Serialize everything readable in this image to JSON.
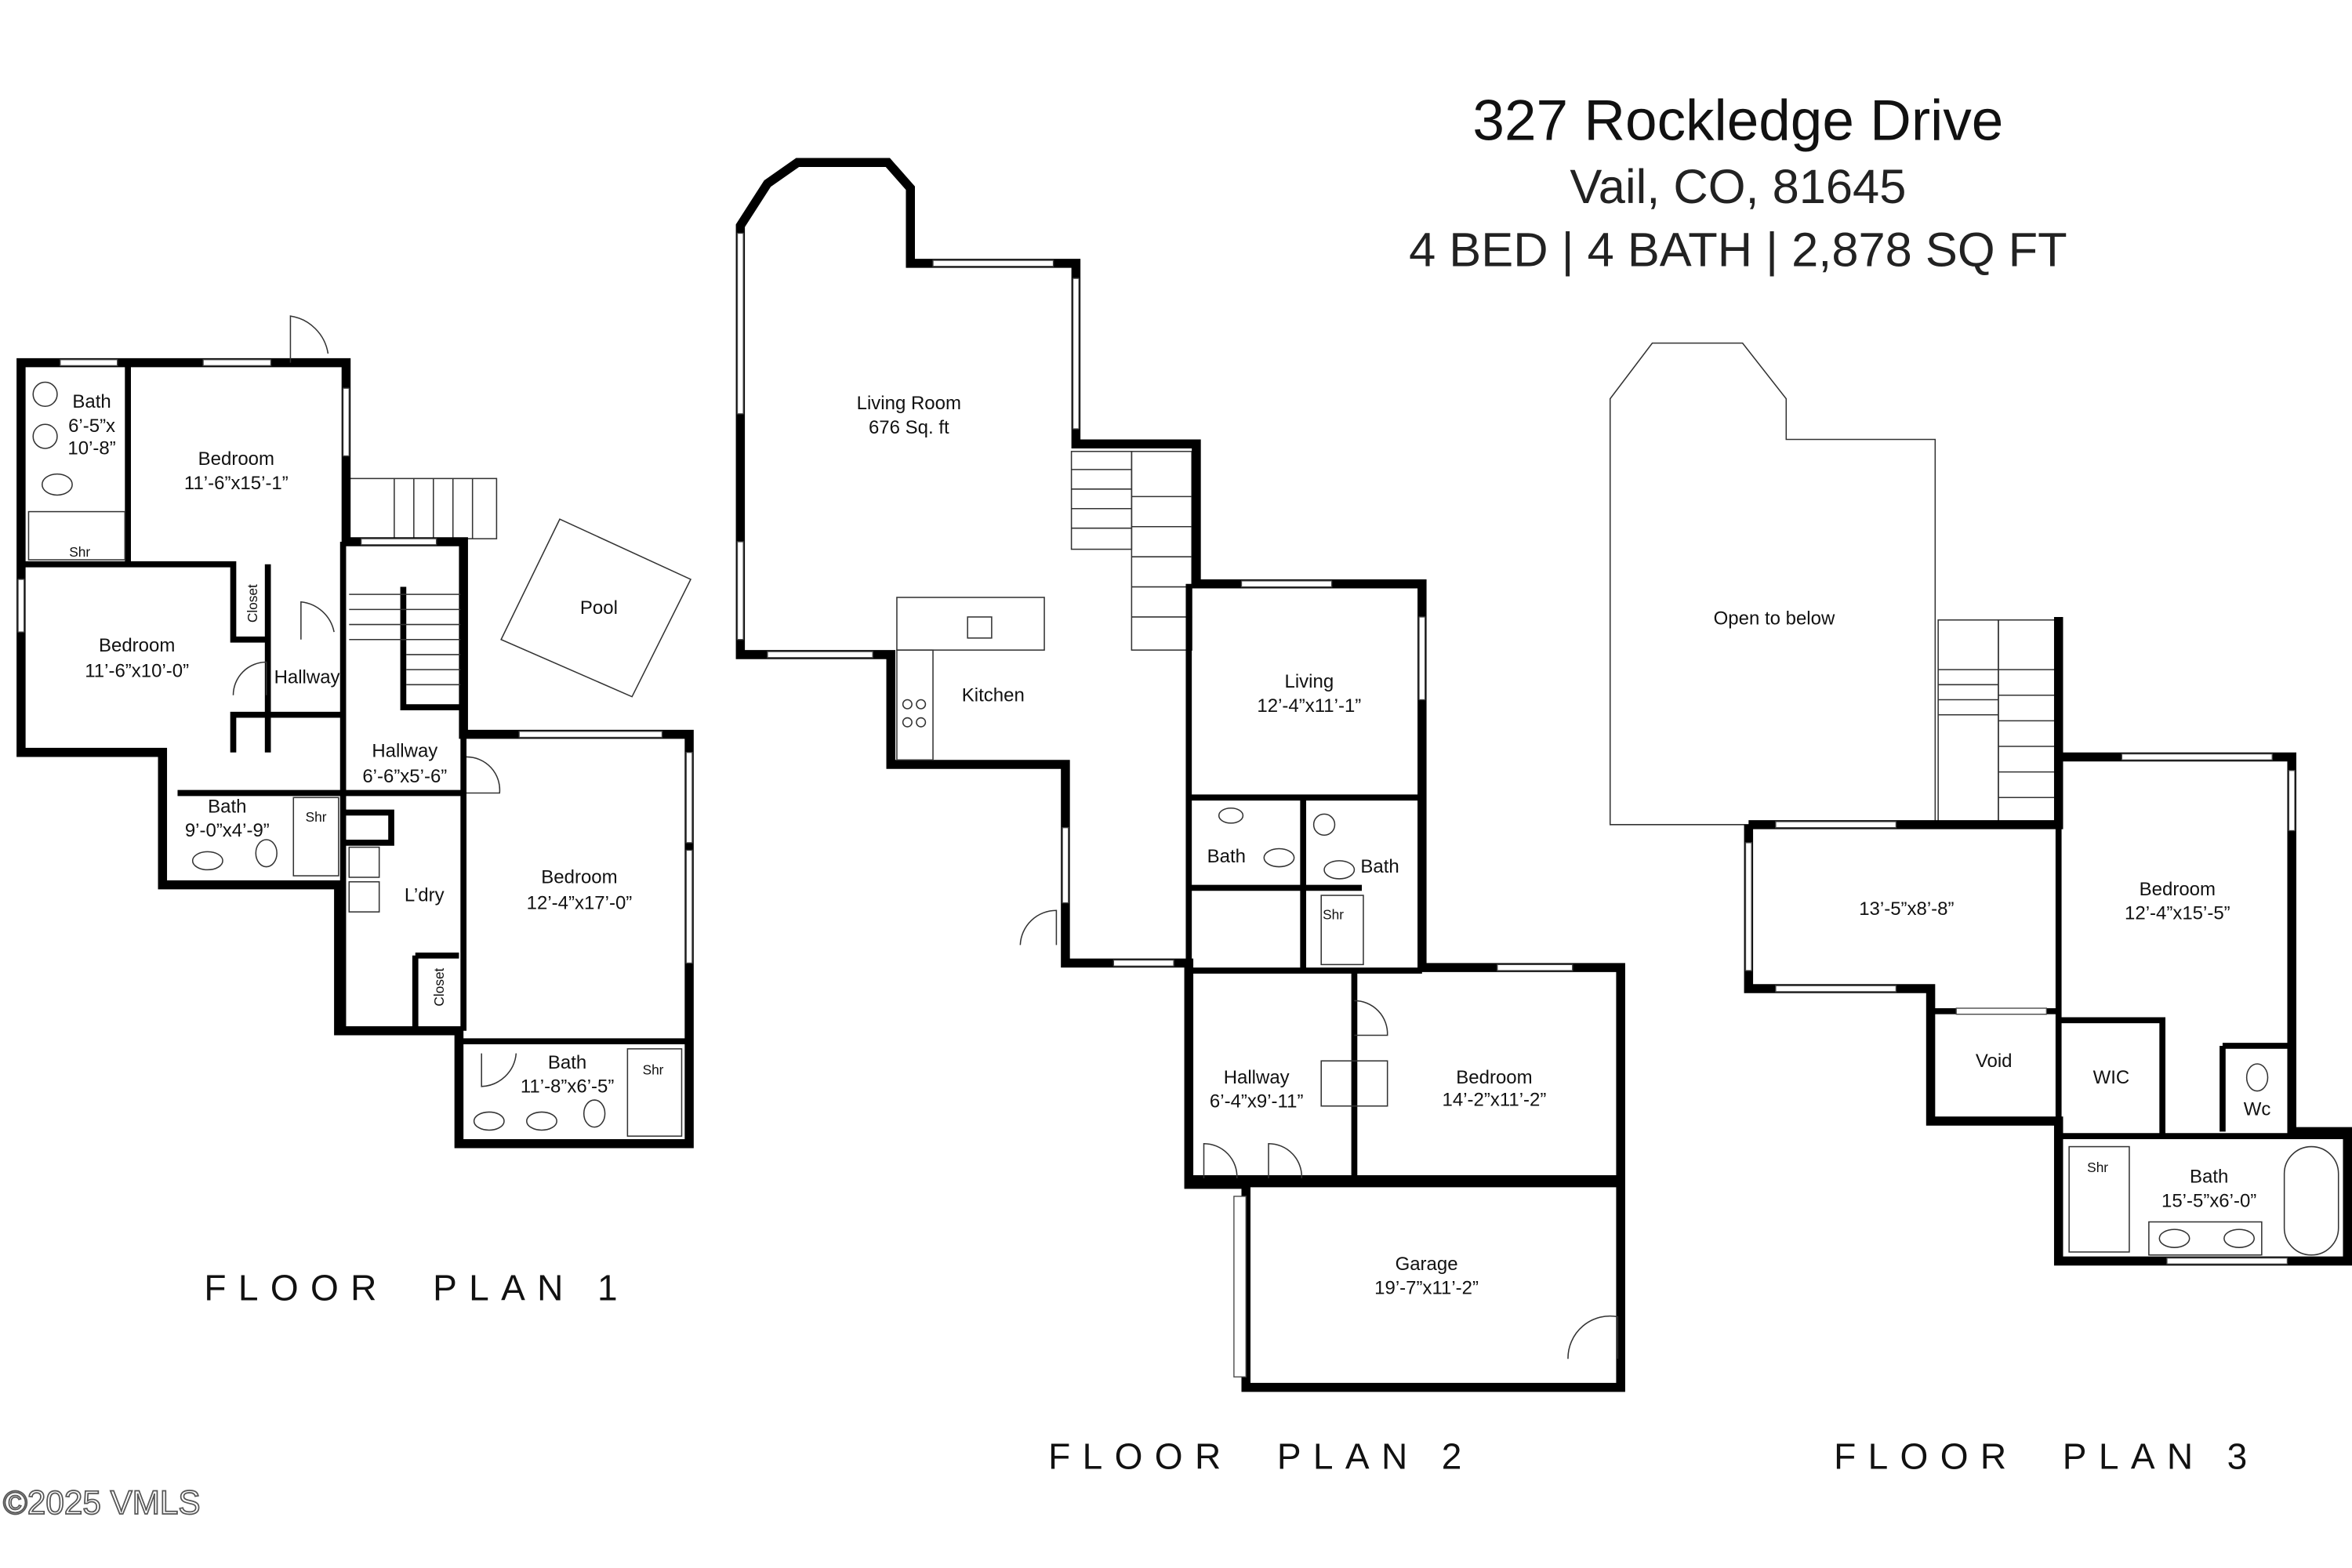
{
  "header": {
    "address": "327 Rockledge Drive",
    "city": "Vail, CO, 81645",
    "summary": "4 BED | 4 BATH | 2,878 SQ FT"
  },
  "floor1": {
    "label": "FLOOR  PLAN 1",
    "rooms": [
      {
        "name": "Bath",
        "dims1": "6’-5”x",
        "dims2": "10’-8”"
      },
      {
        "name": "Bedroom",
        "dims": "11’-6”x15’-1”"
      },
      {
        "name": "Closet"
      },
      {
        "name": "Bedroom",
        "dims": "11’-6”x10’-0”"
      },
      {
        "name": "Hallway"
      },
      {
        "name": "Hallway",
        "dims": "6’-6”x5’-6”"
      },
      {
        "name": "Bath",
        "dims": "9’-0”x4’-9”"
      },
      {
        "name": "L’dry"
      },
      {
        "name": "Closet"
      },
      {
        "name": "Bedroom",
        "dims": "12’-4”x17’-0”"
      },
      {
        "name": "Bath",
        "dims": "11’-8”x6’-5”"
      },
      {
        "name": "Pool"
      }
    ],
    "shower": "Shr"
  },
  "floor2": {
    "label": "FLOOR  PLAN 2",
    "rooms": [
      {
        "name": "Living Room",
        "dims": "676 Sq. ft"
      },
      {
        "name": "Kitchen"
      },
      {
        "name": "Living",
        "dims": "12’-4”x11’-1”"
      },
      {
        "name": "Bath"
      },
      {
        "name": "Bath"
      },
      {
        "name": "Hallway",
        "dims": "6’-4”x9’-11”"
      },
      {
        "name": "Bedroom",
        "dims": "14’-2”x11’-2”"
      },
      {
        "name": "Garage",
        "dims": "19’-7”x11’-2”"
      }
    ],
    "shower": "Shr"
  },
  "floor3": {
    "label": "FLOOR  PLAN 3",
    "rooms": [
      {
        "name": "Open to below"
      },
      {
        "dims": "13’-5”x8’-8”"
      },
      {
        "name": "Bedroom",
        "dims": "12’-4”x15’-5”"
      },
      {
        "name": "Void"
      },
      {
        "name": "WIC"
      },
      {
        "name": "Wc"
      },
      {
        "name": "Bath",
        "dims": "15’-5”x6’-0”"
      }
    ],
    "shower": "Shr"
  },
  "copyright": "©2025 VMLS"
}
